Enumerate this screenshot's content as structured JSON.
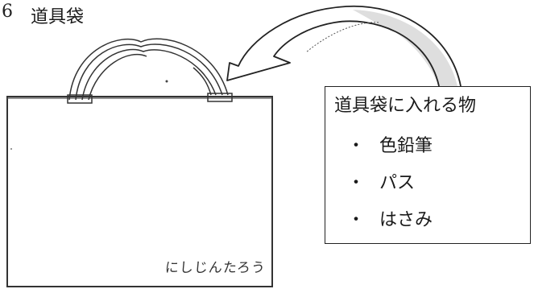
{
  "section": {
    "number": "6",
    "title": "道具袋"
  },
  "bag": {
    "name_label": "にしじんたろう"
  },
  "items_box": {
    "title": "道具袋に入れる物",
    "items": [
      {
        "bullet": "・",
        "label": "色鉛筆"
      },
      {
        "bullet": "・",
        "label": "パス"
      },
      {
        "bullet": "・",
        "label": "はさみ"
      }
    ]
  }
}
